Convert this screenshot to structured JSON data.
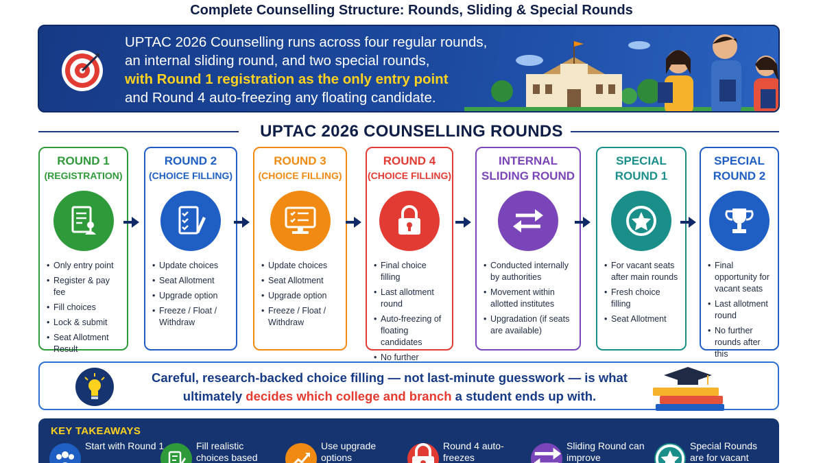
{
  "page_title": "Complete Counselling Structure: Rounds, Sliding & Special Rounds",
  "hero": {
    "lines": [
      "UPTAC 2026 Counselling runs across four regular rounds,",
      "an internal sliding round, and two special rounds,",
      "with Round 1 registration as the only entry point",
      "and Round 4 auto-freezing any floating candidate."
    ],
    "highlight_color": "#ffd21f"
  },
  "section_title": "UPTAC 2026 COUNSELLING ROUNDS",
  "rounds": [
    {
      "title": "ROUND 1",
      "subtitle": "(REGISTRATION)",
      "color": "#2f9a3a",
      "icon": "document-user-icon",
      "points": [
        "Only entry point",
        "Register & pay fee",
        "Fill choices",
        "Lock & submit",
        "Seat Allotment Result"
      ]
    },
    {
      "title": "ROUND 2",
      "subtitle": "(CHOICE FILLING)",
      "color": "#1f5fc4",
      "icon": "checklist-pen-icon",
      "points": [
        "Update choices",
        "Seat Allotment",
        "Upgrade option",
        "Freeze / Float / Withdraw"
      ]
    },
    {
      "title": "ROUND 3",
      "subtitle": "(CHOICE FILLING)",
      "color": "#f08a12",
      "icon": "monitor-checklist-icon",
      "points": [
        "Update choices",
        "Seat Allotment",
        "Upgrade option",
        "Freeze / Float / Withdraw"
      ]
    },
    {
      "title": "ROUND 4",
      "subtitle": "(CHOICE FILLING)",
      "color": "#e23b33",
      "icon": "padlock-icon",
      "points": [
        "Final choice filling",
        "Last allotment round",
        "Auto-freezing of floating candidates",
        "No further upgrades"
      ]
    },
    {
      "title": "INTERNAL",
      "subtitle": "SLIDING ROUND",
      "color": "#7a45b8",
      "icon": "swap-arrows-icon",
      "points": [
        "Conducted internally by authorities",
        "Movement within allotted institutes",
        "Upgradation (if seats are available)"
      ]
    },
    {
      "title": "SPECIAL",
      "subtitle": "ROUND 1",
      "color": "#1a8f8a",
      "icon": "star-badge-icon",
      "points": [
        "For vacant seats after main rounds",
        "Fresh choice filling",
        "Seat Allotment"
      ]
    },
    {
      "title": "SPECIAL",
      "subtitle": "ROUND 2",
      "color": "#1f5fc4",
      "icon": "trophy-icon",
      "points": [
        "Final opportunity for vacant seats",
        "Last allotment round",
        "No further rounds after this"
      ]
    }
  ],
  "quote": {
    "line1": "Careful, research-backed choice filling — not last-minute guesswork — is what",
    "line2_pre": "ultimately ",
    "line2_red": "decides which college and branch",
    "line2_post": " a student ends up with."
  },
  "key_takeaways": {
    "title": "KEY TAKEAWAYS",
    "items": [
      {
        "text": "Start with Round 1",
        "color": "#1f5fc4",
        "icon": "people-icon"
      },
      {
        "text": "Fill realistic choices based",
        "color": "#2f9a3a",
        "icon": "edit-list-icon"
      },
      {
        "text": "Use upgrade options",
        "color": "#f08a12",
        "icon": "trend-up-icon"
      },
      {
        "text": "Round 4 auto-freezes",
        "color": "#e23b33",
        "icon": "padlock-icon"
      },
      {
        "text": "Sliding Round can improve",
        "color": "#7a45b8",
        "icon": "swap-arrows-icon"
      },
      {
        "text": "Special Rounds are for vacant",
        "color": "#1a8f8a",
        "icon": "star-badge-icon"
      }
    ]
  }
}
